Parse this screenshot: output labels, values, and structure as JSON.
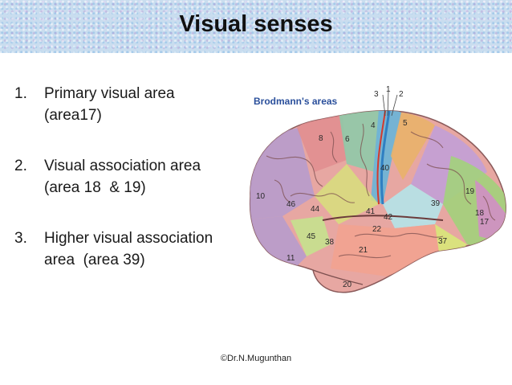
{
  "slide": {
    "title": "Visual senses",
    "items": [
      {
        "number": "1.",
        "line1": "Primary visual area",
        "line2": "(area17)"
      },
      {
        "number": "2.",
        "line1": "Visual association area",
        "line2": "(area 18  & 19)"
      },
      {
        "number": "3.",
        "line1": "Higher visual association",
        "line2": "area  (area 39)"
      }
    ],
    "footer": "©Dr.N.Mugunthan"
  },
  "figure": {
    "caption": "Brodmann's areas",
    "labels": {
      "a1": "1",
      "a2": "2",
      "a3": "3",
      "a4": "4",
      "a5": "5",
      "a6": "6",
      "a8": "8",
      "a10": "10",
      "a11": "11",
      "a17": "17",
      "a18": "18",
      "a19": "19",
      "a20": "20",
      "a21": "21",
      "a22": "22",
      "a37": "37",
      "a38": "38",
      "a39": "39",
      "a40": "40",
      "a41": "41",
      "a42": "42",
      "a44": "44",
      "a45": "45",
      "a46": "46"
    }
  }
}
